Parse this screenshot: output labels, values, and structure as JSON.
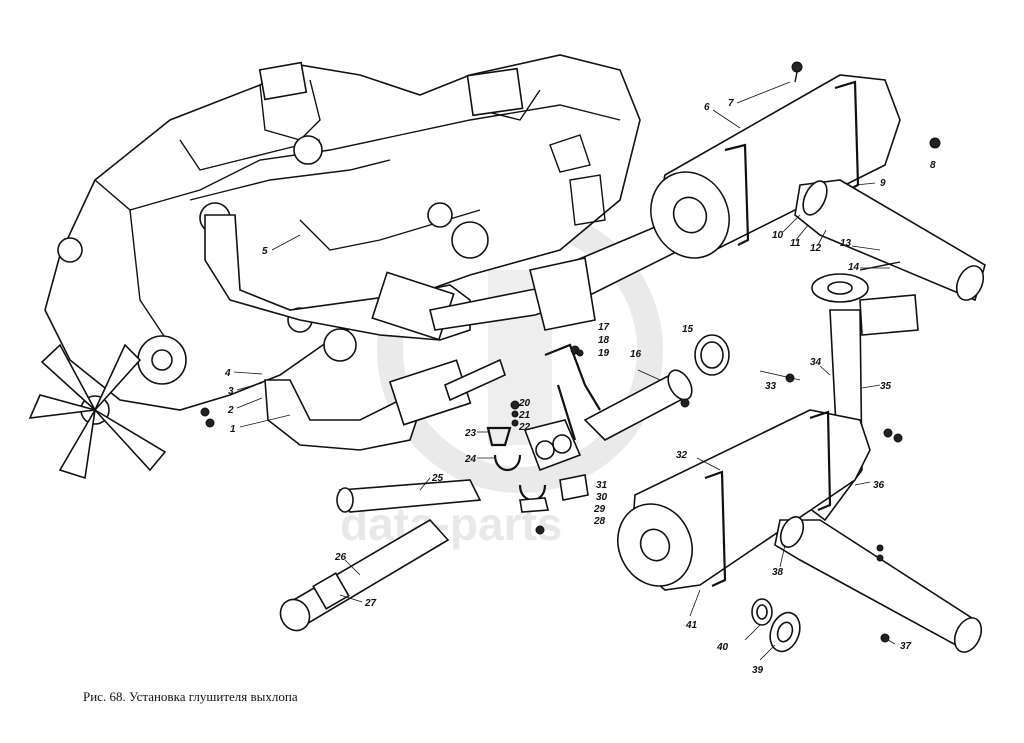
{
  "caption": "Рис. 68. Установка глушителя выхлопа",
  "watermark": {
    "text": "data-parts",
    "color": "#d9d9d9"
  },
  "callouts": [
    {
      "n": "1"
    },
    {
      "n": "2"
    },
    {
      "n": "3"
    },
    {
      "n": "4"
    },
    {
      "n": "5"
    },
    {
      "n": "6"
    },
    {
      "n": "7"
    },
    {
      "n": "8"
    },
    {
      "n": "9"
    },
    {
      "n": "10"
    },
    {
      "n": "11"
    },
    {
      "n": "12"
    },
    {
      "n": "13"
    },
    {
      "n": "14"
    },
    {
      "n": "15"
    },
    {
      "n": "16"
    },
    {
      "n": "17"
    },
    {
      "n": "18"
    },
    {
      "n": "19"
    },
    {
      "n": "20"
    },
    {
      "n": "21"
    },
    {
      "n": "22"
    },
    {
      "n": "23"
    },
    {
      "n": "24"
    },
    {
      "n": "25"
    },
    {
      "n": "26"
    },
    {
      "n": "27"
    },
    {
      "n": "28"
    },
    {
      "n": "29"
    },
    {
      "n": "30"
    },
    {
      "n": "31"
    },
    {
      "n": "32"
    },
    {
      "n": "33"
    },
    {
      "n": "34"
    },
    {
      "n": "35"
    },
    {
      "n": "36"
    },
    {
      "n": "37"
    },
    {
      "n": "38"
    },
    {
      "n": "39"
    },
    {
      "n": "40"
    },
    {
      "n": "41"
    }
  ]
}
